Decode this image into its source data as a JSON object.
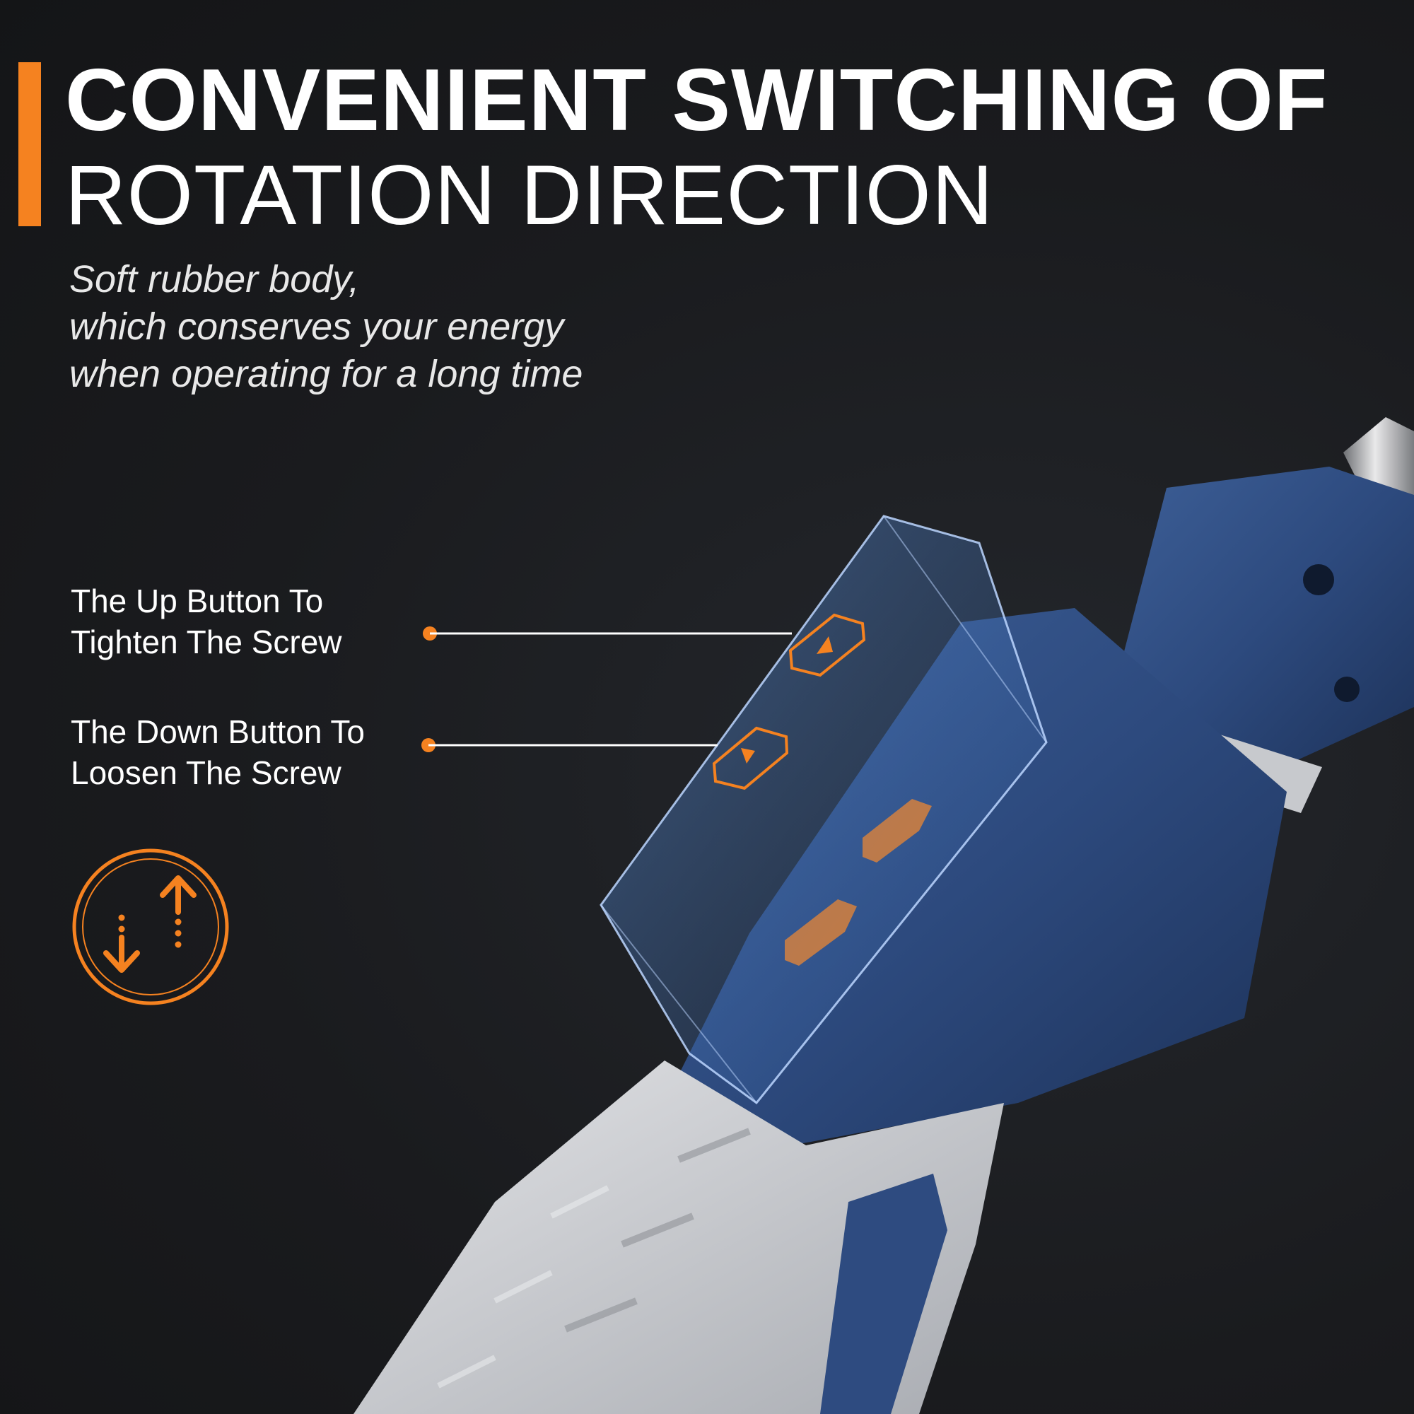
{
  "headline": {
    "line1": "CONVENIENT SWITCHING OF",
    "line2": "ROTATION DIRECTION"
  },
  "subtitle": [
    "Soft rubber body,",
    "which conserves your energy",
    "when operating for a long time"
  ],
  "callouts": {
    "up": [
      "The Up Button To",
      "Tighten The Screw"
    ],
    "down": [
      "The Down Button To",
      "Loosen The Screw"
    ]
  },
  "colors": {
    "accent": "#f58220",
    "body_blue": "#2f4f86",
    "grip_gray": "#c9cbcf",
    "background": "#1a1b1e"
  },
  "icons": {
    "badge": "rotation-direction-icon",
    "up_button": "up-triangle-icon",
    "down_button": "down-triangle-icon"
  }
}
